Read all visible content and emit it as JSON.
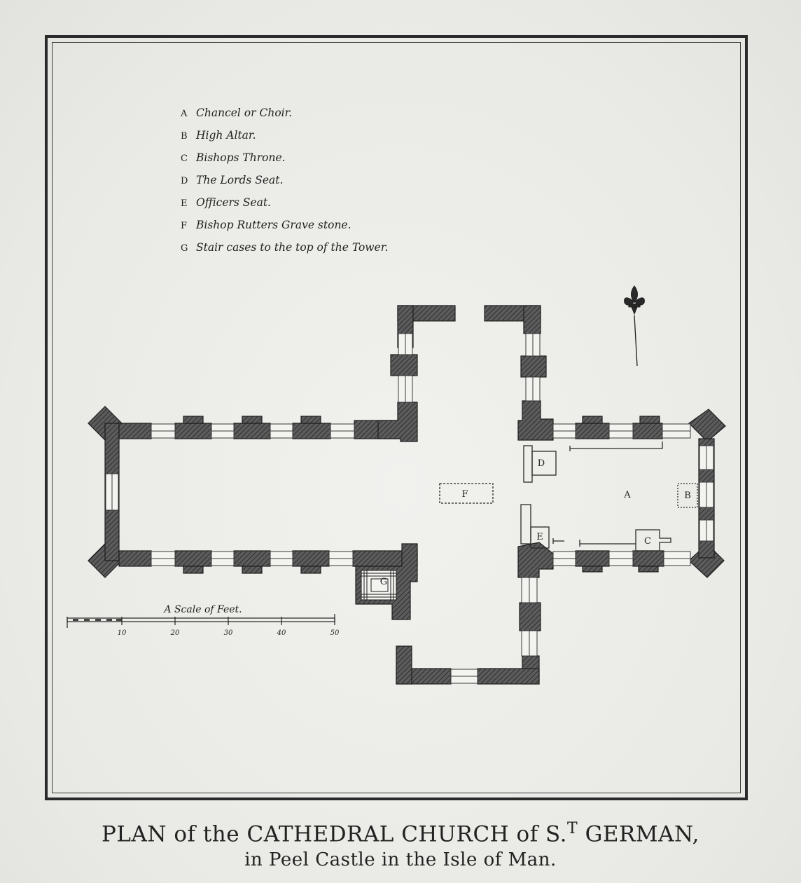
{
  "legend": [
    {
      "key": "A",
      "text": "Chancel or Choir."
    },
    {
      "key": "B",
      "text": "High Altar."
    },
    {
      "key": "C",
      "text": "Bishops Throne."
    },
    {
      "key": "D",
      "text": "The Lords Seat."
    },
    {
      "key": "E",
      "text": "Officers Seat."
    },
    {
      "key": "F",
      "text": "Bishop Rutters Grave stone."
    },
    {
      "key": "G",
      "text": "Stair cases to the top of the Tower."
    }
  ],
  "plan_labels": {
    "a": "A",
    "b": "B",
    "c": "C",
    "d": "D",
    "e": "E",
    "f": "F",
    "g": "G"
  },
  "scale": {
    "title": "A Scale of Feet.",
    "ticks": [
      "10",
      "20",
      "30",
      "40",
      "50"
    ]
  },
  "title": {
    "line1_part1": "PLAN of the CATHEDRAL CHURCH of S.",
    "line1_sup": "T",
    "line1_part2": " GERMAN,",
    "line2": "in Peel Castle in the Isle of Man."
  },
  "colors": {
    "wall_fill": "#595959",
    "wall_stroke": "#1e1e1e",
    "ink": "#222222"
  }
}
